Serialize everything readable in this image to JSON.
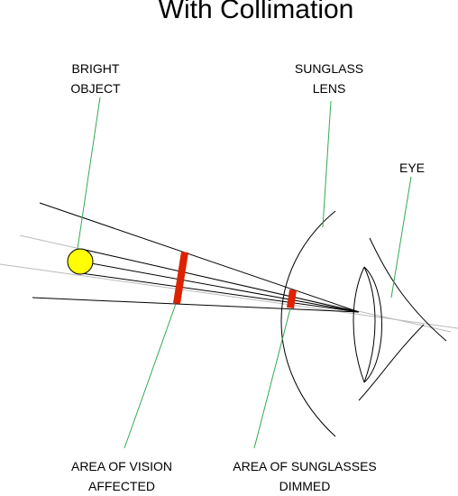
{
  "title": "With Collimation",
  "labels": {
    "bright_object": [
      "BRIGHT",
      "OBJECT"
    ],
    "sunglass_lens": [
      "SUNGLASS",
      "LENS"
    ],
    "eye": [
      "EYE"
    ],
    "area_of_vision": [
      "AREA OF VISION",
      "AFFECTED"
    ],
    "area_of_sunglasses": [
      "AREA OF SUNGLASSES",
      "DIMMED"
    ]
  },
  "colors": {
    "object_fill": "#ffff00",
    "dimmed_area": "#dd2200",
    "leader_line": "#33aa55",
    "ray": "#000000",
    "axis": "#bbbbbb"
  }
}
